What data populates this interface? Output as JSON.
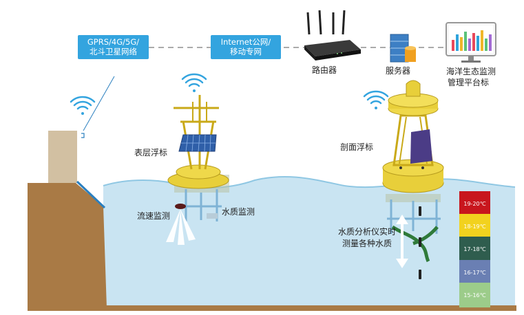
{
  "network": {
    "gprs_line1": "GPRS/4G/5G/",
    "gprs_line2": "北斗卫星网络",
    "internet_line1": "Internet公网/",
    "internet_line2": "移动专网"
  },
  "devices": {
    "router": "路由器",
    "server": "服务器",
    "platform_line1": "海洋生态监测",
    "platform_line2": "管理平台标"
  },
  "buoys": {
    "surface": "表层浮标",
    "profile": "剖面浮标"
  },
  "labels": {
    "flow": "流速监测",
    "water_quality": "水质监测",
    "analyzer_line1": "水质分析仪实时",
    "analyzer_line2": "测量各种水质"
  },
  "temperature_bands": [
    {
      "label": "19-20℃",
      "color": "#c8161d"
    },
    {
      "label": "18-19℃",
      "color": "#f2d21e"
    },
    {
      "label": "17-18℃",
      "color": "#2f5d4e"
    },
    {
      "label": "16-17℃",
      "color": "#6a7fb3"
    },
    {
      "label": "15-16℃",
      "color": "#9ccc8a"
    }
  ],
  "colors": {
    "network_box": "#33a4df",
    "water": "#c9e4f2",
    "buoy_yellow": "#e8cf3a",
    "land": "#a97a45"
  }
}
